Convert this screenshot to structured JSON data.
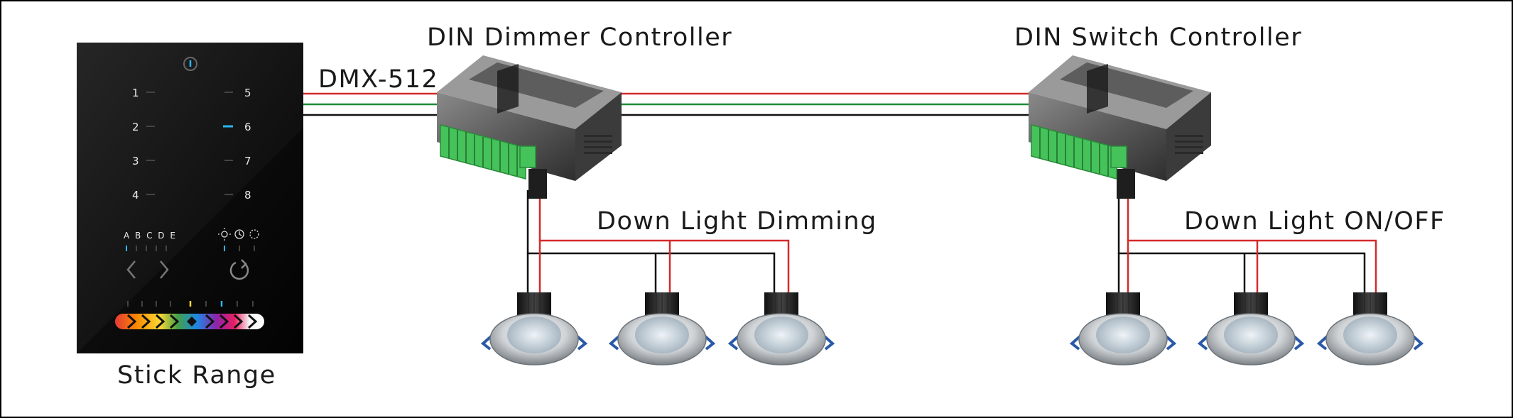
{
  "labels": {
    "din_dimmer": "DIN Dimmer Controller",
    "din_switch": "DIN Switch Controller",
    "bus": "DMX-512",
    "dimming_group": "Down Light Dimming",
    "onoff_group": "Down Light ON/OFF",
    "panel_name": "Stick Range"
  },
  "panel": {
    "left_buttons": [
      "1",
      "2",
      "3",
      "4"
    ],
    "right_buttons": [
      "5",
      "6",
      "7",
      "8"
    ],
    "scene_letters": "A B C D E",
    "icons": [
      "sun-icon",
      "clock-icon",
      "dotted-circle-icon",
      "chevron-left-icon",
      "chevron-right-icon",
      "refresh-icon"
    ]
  },
  "colors": {
    "wire_red": "#d42a2a",
    "wire_green": "#1f8a3a",
    "wire_black": "#111111",
    "terminal_green": "#46c25a",
    "panel_bg": "#111111",
    "accent_blue": "#29b6f6"
  }
}
